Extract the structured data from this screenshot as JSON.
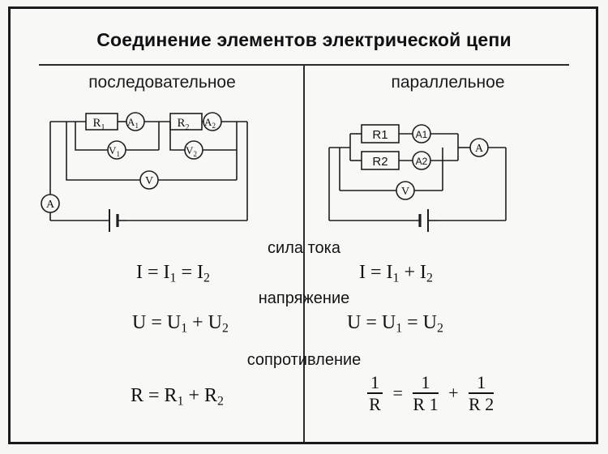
{
  "title": "Соединение элементов электрической цепи",
  "columns": {
    "left": "последовательное",
    "right": "параллельное"
  },
  "series_circuit": {
    "resistor_1": "R",
    "resistor_1_sub": "1",
    "resistor_2": "R",
    "resistor_2_sub": "2",
    "ammeter_1": "A",
    "ammeter_1_sub": "1",
    "ammeter_2": "A",
    "ammeter_2_sub": "2",
    "voltmeter_1": "V",
    "voltmeter_1_sub": "1",
    "voltmeter_2": "V",
    "voltmeter_2_sub": "2",
    "voltmeter_total": "V",
    "ammeter_total": "A"
  },
  "parallel_circuit": {
    "resistor_1": "R1",
    "resistor_2": "R2",
    "ammeter_1": "A1",
    "ammeter_2": "A2",
    "voltmeter_total": "V",
    "ammeter_total": "A"
  },
  "sections": [
    {
      "label": "сила  тока",
      "series": "I = I₁ = I₂",
      "parallel": "I = I₁ + I₂"
    },
    {
      "label": "напряжение",
      "series": "U = U₁ + U₂",
      "parallel": "U = U₁ = U₂"
    },
    {
      "label": "сопротивление",
      "series": "R = R₁ + R₂",
      "parallel": "1/R = 1/R1 + 1/R2"
    }
  ],
  "formula_parts": {
    "current_series": {
      "a": "I = I",
      "a_sub": "1",
      "b": " = I",
      "b_sub": "2"
    },
    "current_parallel": {
      "a": "I = I",
      "a_sub": "1",
      "b": " + I",
      "b_sub": "2"
    },
    "voltage_series": {
      "a": "U = U",
      "a_sub": "1",
      "b": " + U",
      "b_sub": "2"
    },
    "voltage_parallel": {
      "a": "U = U",
      "a_sub": "1",
      "b": " = U",
      "b_sub": "2"
    },
    "resistance_series": {
      "a": "R = R",
      "a_sub": "1",
      "b": " + R",
      "b_sub": "2"
    },
    "resistance_parallel": {
      "num": "1",
      "den_total": "R",
      "eq": "=",
      "den_1": "R 1",
      "plus": "+",
      "den_2": "R 2"
    }
  },
  "colors": {
    "ink": "#111111",
    "background": "#f7f7f5",
    "border": "#1a1a1a"
  }
}
